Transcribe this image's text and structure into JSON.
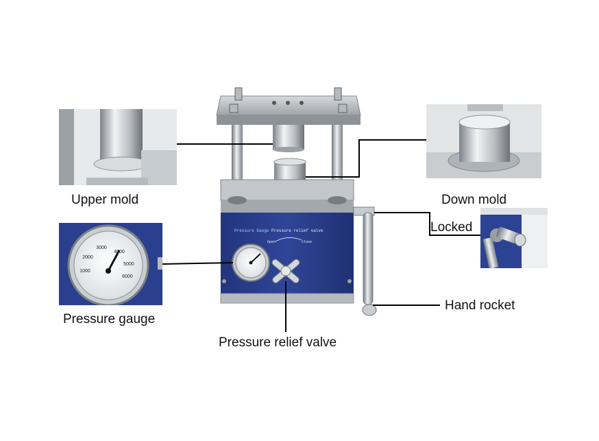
{
  "labels": {
    "upper_mold": "Upper mold",
    "down_mold": "Down mold",
    "locked": "Locked",
    "pressure_gauge": "Pressure gauge",
    "hand_rocket": "Hand rocket",
    "pressure_relief_valve": "Pressure relief valve"
  },
  "panel_text": {
    "gauge_label": "Pressure Gauge",
    "valve_label": "Pressure relief valve",
    "open": "Open",
    "close": "Close"
  },
  "gauge_scale": [
    "1000",
    "2000",
    "3000",
    "4000",
    "5000",
    "6000"
  ],
  "colors": {
    "panel_blue": "#2b3f8f",
    "steel": "#c9cdd1",
    "steel_dark": "#8a9096",
    "leader": "#000000"
  }
}
